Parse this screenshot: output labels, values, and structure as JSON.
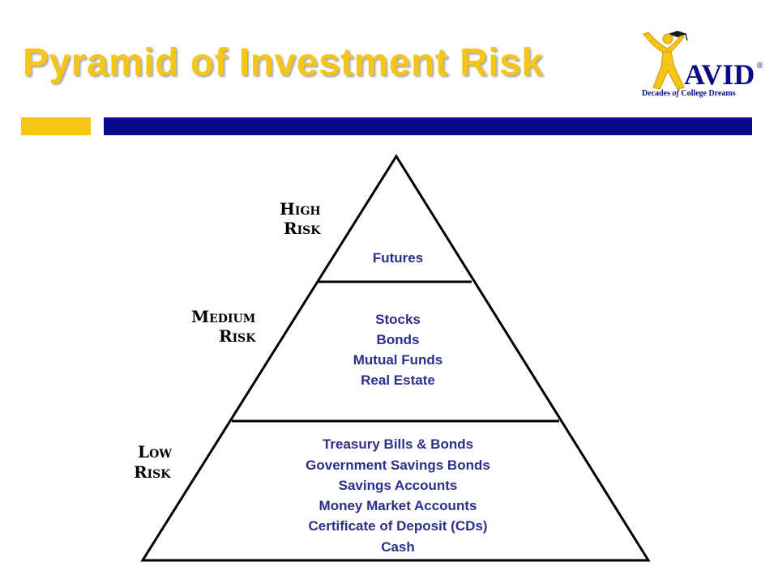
{
  "slide": {
    "title": "Pyramid of Investment Risk"
  },
  "colors": {
    "title": "#f5c518",
    "accent_gold": "#f5c518",
    "accent_navy": "#0b0b8a",
    "tier_text": "#2b2f8a",
    "outline": "#000000"
  },
  "logo": {
    "icon": "graduate-figure-icon",
    "brand": "AVID",
    "registered": "®",
    "tagline_pre": "Decades ",
    "tagline_of": "of",
    "tagline_post": " College Dreams"
  },
  "pyramid": {
    "levels": [
      {
        "label_line1": "High",
        "label_line2": "Risk",
        "items": [
          "Futures"
        ]
      },
      {
        "label_line1": "Medium",
        "label_line2": "Risk",
        "items": [
          "Stocks",
          "Bonds",
          "Mutual Funds",
          "Real Estate"
        ]
      },
      {
        "label_line1": "Low",
        "label_line2": "Risk",
        "items": [
          "Treasury Bills & Bonds",
          "Government Savings Bonds",
          "Savings Accounts",
          "Money Market Accounts",
          "Certificate of Deposit (CDs)",
          "Cash"
        ]
      }
    ]
  }
}
